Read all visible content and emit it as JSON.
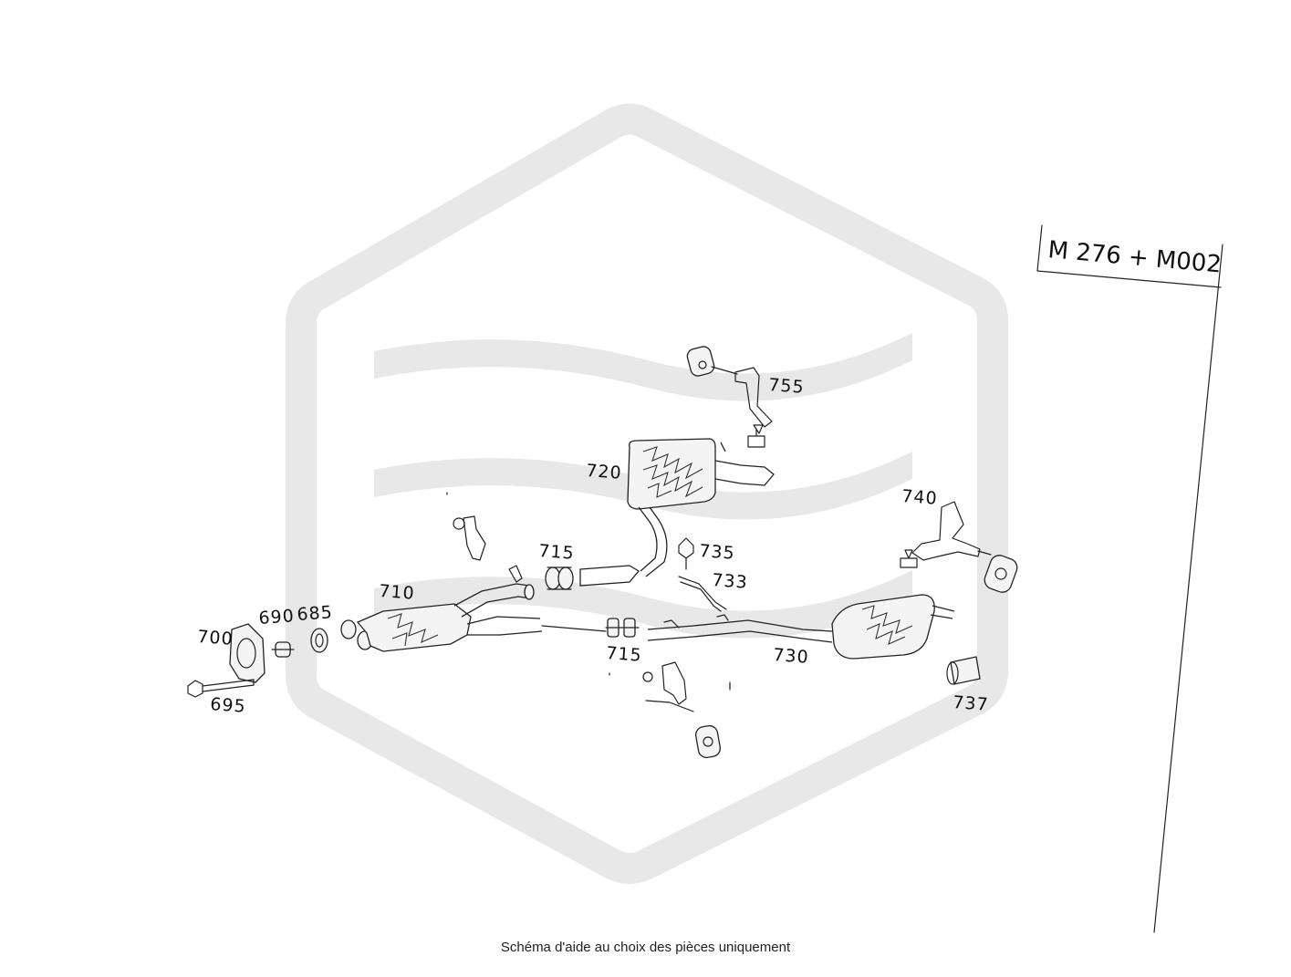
{
  "diagram": {
    "model_code": "M 276 + M002",
    "caption": "Schéma d'aide au choix des pièces uniquement",
    "watermark_color": "#e8e8e8",
    "line_color": "#222222",
    "part_numbers": {
      "p755": "755",
      "p720": "720",
      "p740": "740",
      "p715a": "715",
      "p735": "735",
      "p733": "733",
      "p710": "710",
      "p690": "690",
      "p685": "685",
      "p700": "700",
      "p715b": "715",
      "p730": "730",
      "p695": "695",
      "p737": "737"
    }
  }
}
